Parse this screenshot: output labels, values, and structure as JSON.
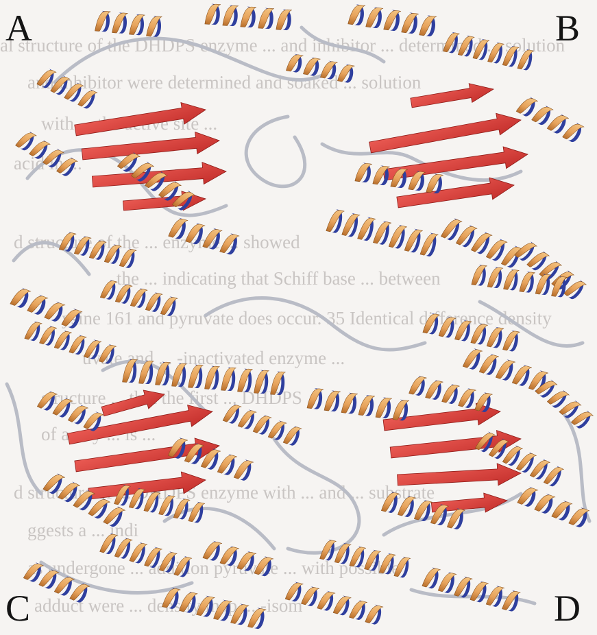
{
  "figure": {
    "panel_labels": {
      "a": "A",
      "b": "B",
      "c": "C",
      "d": "D"
    },
    "background_text": [
      "al structure of the DHDPS enzyme ... and inhibitor ... determined ... solution",
      "and inhibitor were determined and soaked ... solution",
      "with ... the active site ...",
      "acid in ...",
      "d structure of the ... enzyme ... showed",
      "the ... indicating that Schiff base ... between",
      "ysine 161 and pyruvate does occur. 35 Identical difference density",
      "uvate and ... -inactivated enzyme ...",
      "structure ... that the first ... DHDPS",
      "of a ... y ... is ...",
      "d structure of ... DHDPS enzyme with ... and ... substrate",
      "ggests a ... indi",
      "as undergone ... addition pyruvate ... with possible",
      "adduct were ... density map ... -isom"
    ],
    "colors": {
      "helix_light": "#e7a35c",
      "helix_dark": "#2f3f9e",
      "strand": "#e2423c",
      "coil": "#b9bcc6"
    }
  }
}
